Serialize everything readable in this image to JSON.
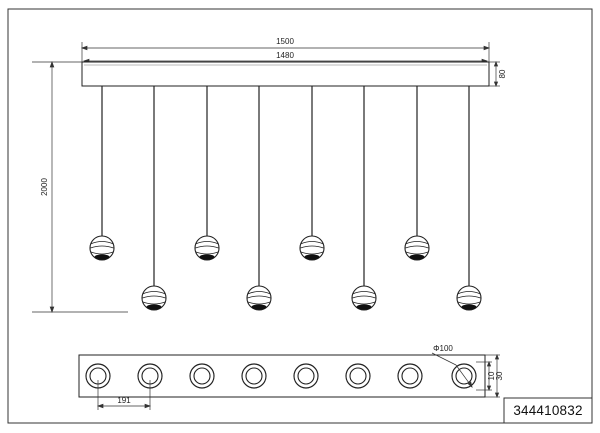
{
  "dimensions": {
    "overall_length": "1500",
    "canopy_length": "1480",
    "canopy_height": "80",
    "suspension_height": "2000",
    "shade_diameter": "Φ100",
    "spacing": "191",
    "base_height_outer": "30",
    "base_height_inner": "10"
  },
  "article_number": "344410832"
}
